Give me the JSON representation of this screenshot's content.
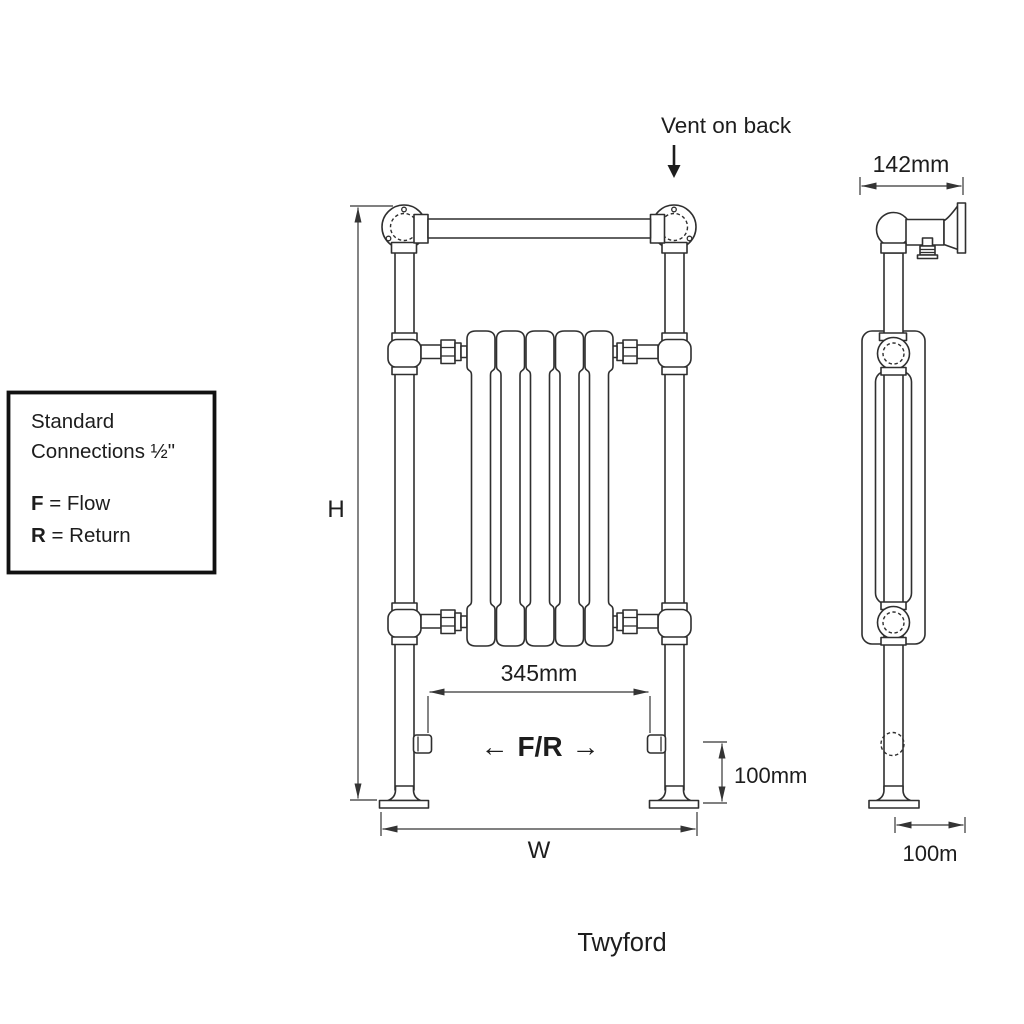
{
  "info_box": {
    "line1": "Standard",
    "line2": "Connections ½\"",
    "flow_key": "F",
    "flow_text": " = Flow",
    "return_key": "R",
    "return_text": " = Return"
  },
  "annotations": {
    "vent_label": "Vent on back",
    "fr_left_arrow": "←",
    "fr_label": "F/R",
    "fr_right_arrow": "→"
  },
  "dimensions": {
    "height": "H",
    "width": "W",
    "core_width": "345mm",
    "connection_height": "100mm",
    "depth": "142mm",
    "side_foot_width": "100m"
  },
  "footer": {
    "model_name": "Twyford"
  },
  "colors": {
    "background": "#ffffff",
    "line": "#2f2f2f",
    "text": "#1d1d1d"
  }
}
